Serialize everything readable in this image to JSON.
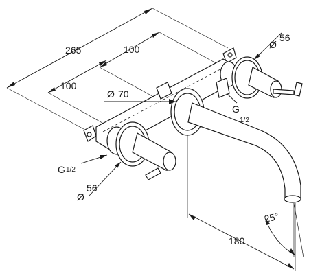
{
  "dimensions": {
    "overall_width": "265",
    "valve_spacing_upper": "100",
    "valve_spacing_lower": "100",
    "rosette_center_diameter": "70",
    "rosette_right_diameter": "56",
    "rosette_left_diameter": "56",
    "thread_right": "G",
    "thread_right_fraction": "1/2",
    "thread_left": "G",
    "thread_left_fraction": "1/2",
    "spout_projection": "180",
    "spout_angle": "25°"
  },
  "symbols": {
    "diameter": "Ø"
  }
}
